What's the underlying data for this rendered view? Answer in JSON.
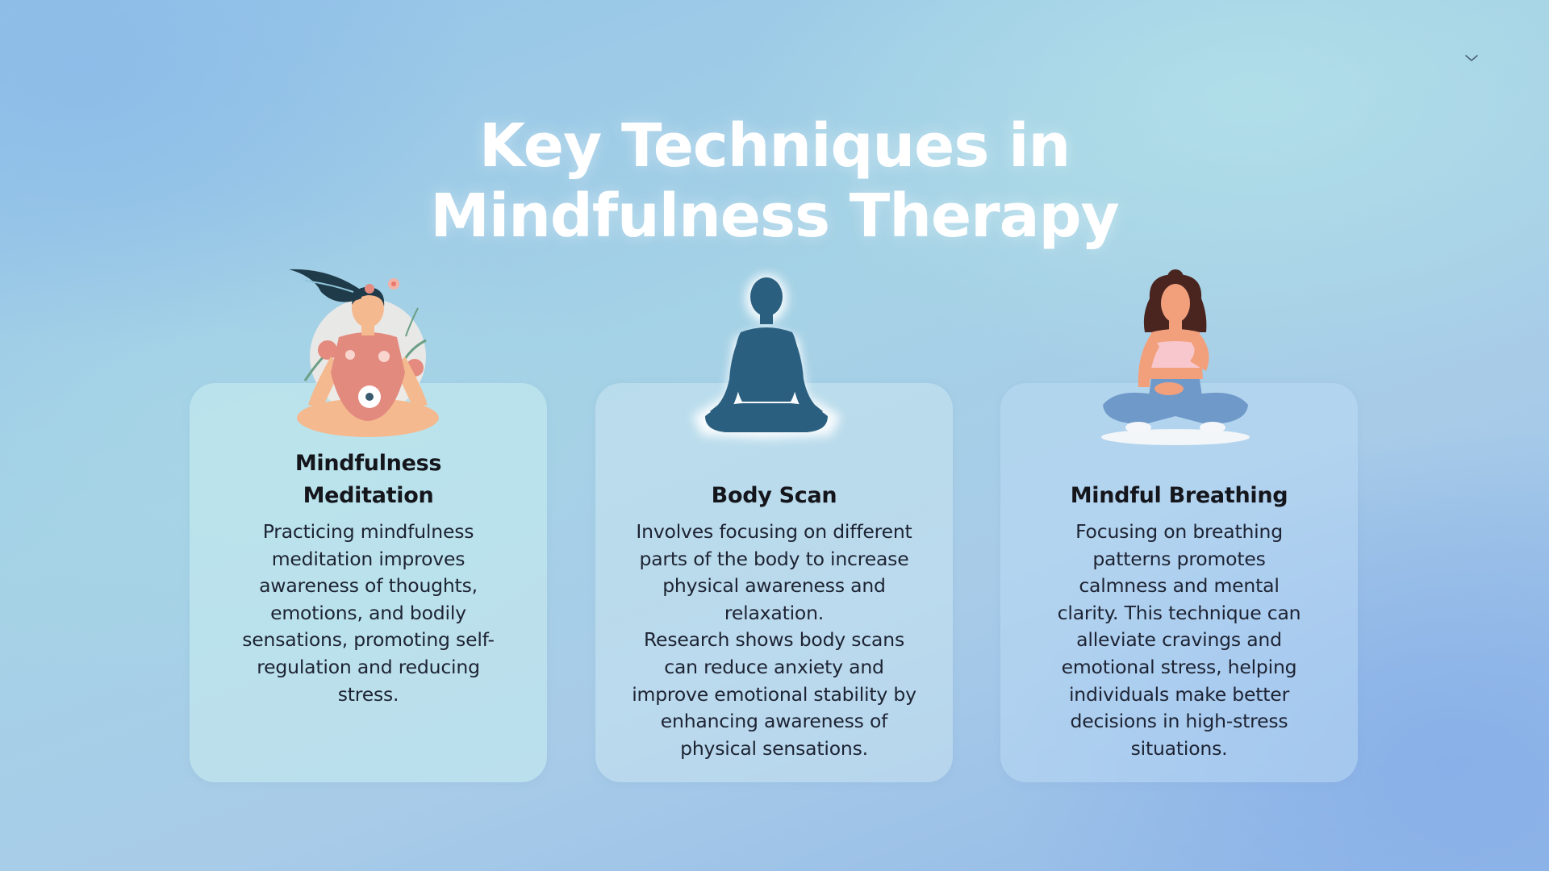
{
  "slide": {
    "title_lines": [
      "Key Techniques in",
      "Mindfulness Therapy"
    ],
    "menu_icon": "chevron-down-icon"
  },
  "colors": {
    "title": "#ffffff",
    "heading_text": "#14161c",
    "body_text": "#1d2333",
    "silhouette": "#2b5f80",
    "background_top_left": "#8fbfe8",
    "background_bottom": "#adc8e8",
    "card_fill": "#bfe0ea"
  },
  "cards": [
    {
      "illustration": "woman-meditating-with-flowers",
      "heading_lines": [
        "Mindfulness",
        "Meditation"
      ],
      "body_lines": [
        "Practicing mindfulness",
        "meditation improves",
        "awareness of thoughts,",
        "emotions, and bodily",
        "sensations, promoting self-",
        "regulation and reducing",
        "stress."
      ]
    },
    {
      "illustration": "meditation-silhouette",
      "heading_lines": [
        "Body Scan"
      ],
      "body_lines": [
        "Involves focusing on different",
        "parts of the body to increase",
        "physical awareness and",
        "relaxation.",
        "Research shows body scans",
        "can reduce anxiety and",
        "improve emotional stability by",
        "enhancing awareness of",
        "physical sensations."
      ]
    },
    {
      "illustration": "woman-breathing-cross-legged",
      "heading_lines": [
        "Mindful Breathing"
      ],
      "body_lines": [
        "Focusing on breathing",
        "patterns promotes",
        "calmness and mental",
        "clarity. This technique can",
        "alleviate cravings and",
        "emotional stress, helping",
        "individuals make better",
        "decisions in high-stress",
        "situations."
      ]
    }
  ]
}
